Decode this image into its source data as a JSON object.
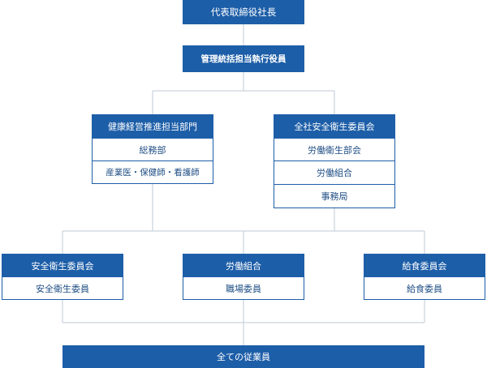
{
  "ceo": "代表取締役社長",
  "exec_officer": "管理統括担当執行役員",
  "health_dept": {
    "title": "健康経営推進担当部門",
    "items": [
      "総務部",
      "産業医・保健師・看護師"
    ]
  },
  "company_committee": {
    "title": "全社安全衛生委員会",
    "items": [
      "労働衛生部会",
      "労働組合",
      "事務局"
    ]
  },
  "safety_committee": {
    "title": "安全衛生委員会",
    "items": [
      "安全衛生委員"
    ]
  },
  "labor_union": {
    "title": "労働組合",
    "items": [
      "職場委員"
    ]
  },
  "meal_committee": {
    "title": "給食委員会",
    "items": [
      "給食委員"
    ]
  },
  "all_employees": "全ての従業員",
  "colors": {
    "primary": "#1d5ea8",
    "line": "#c9d3dd",
    "text": "#1f4e84"
  }
}
